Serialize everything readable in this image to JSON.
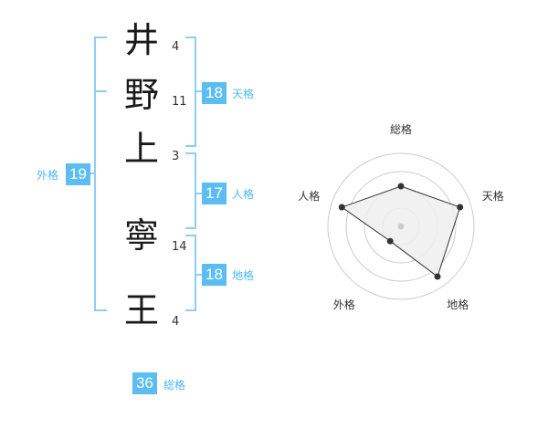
{
  "name_chars": [
    {
      "char": "井",
      "strokes": "4"
    },
    {
      "char": "野",
      "strokes": "11"
    },
    {
      "char": "上",
      "strokes": "3"
    },
    {
      "char": "寧",
      "strokes": "14"
    },
    {
      "char": "王",
      "strokes": "4"
    }
  ],
  "fortune": {
    "tenkaku": {
      "value": "18",
      "label": "天格"
    },
    "jinkaku": {
      "value": "17",
      "label": "人格"
    },
    "chikaku": {
      "value": "18",
      "label": "地格"
    },
    "gaikaku": {
      "value": "19",
      "label": "外格"
    },
    "soukaku": {
      "value": "36",
      "label": "総格"
    }
  },
  "colors": {
    "accent": "#5bbdf2",
    "bracket": "#8fcdf5",
    "radar_fill": "#efefef",
    "radar_line": "#333333",
    "grid": "#cccccc"
  },
  "chart_data": {
    "type": "radar",
    "axes": [
      "総格",
      "天格",
      "地格",
      "外格",
      "人格"
    ],
    "values": [
      0.55,
      0.85,
      0.85,
      0.25,
      0.85
    ],
    "rings": 4
  }
}
